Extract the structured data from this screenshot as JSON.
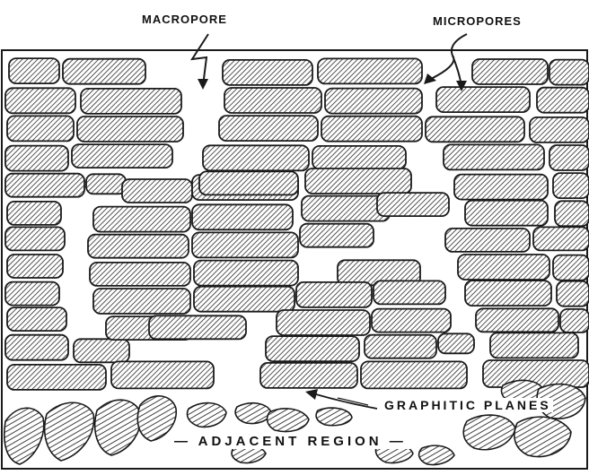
{
  "labels": {
    "macropore": "MACROPORE",
    "micropores": "MICROPORES",
    "graphitic_planes": "GRAPHITIC PLANES",
    "adjacent_region": "— ADJACENT REGION —"
  },
  "colors": {
    "ink": "#1a1a1a",
    "paper": "#ffffff",
    "hatch": "#2a2a2a"
  }
}
